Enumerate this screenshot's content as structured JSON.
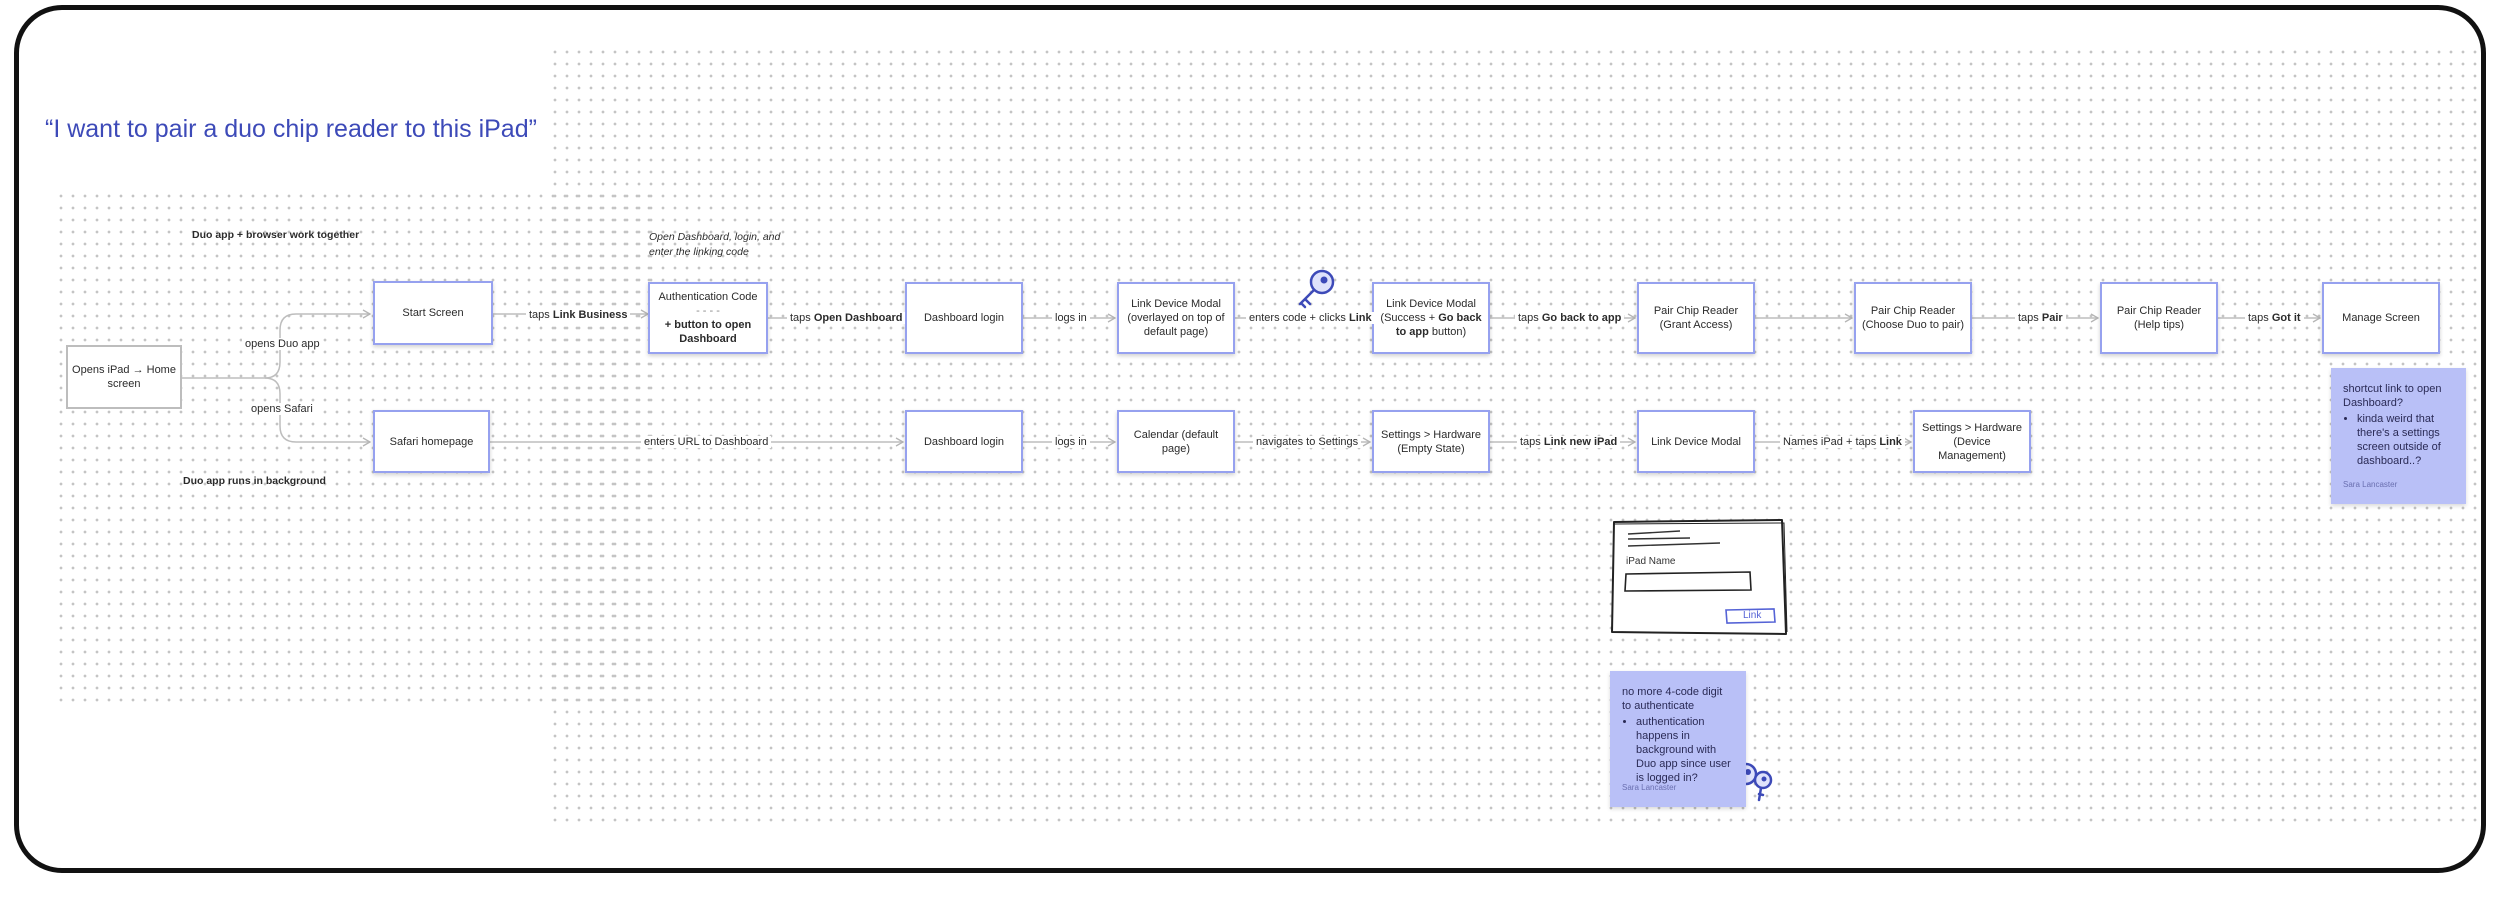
{
  "title": "“I want to pair a duo chip reader to this iPad”",
  "notes": {
    "top_group": "Duo app + browser work together",
    "bottom_group": "Duo app runs in background",
    "auth_note": "Open Dashboard, login, and enter the linking code"
  },
  "nodes": {
    "start": "Opens iPad → Home screen",
    "start_screen": "Start Screen",
    "auth_code_title": "Authentication Code",
    "auth_code_dashes": "- - - -",
    "auth_code_button": "+ button to open Dashboard",
    "dashboard_login_top": "Dashboard login",
    "link_device_modal_top": "Link Device Modal (overlayed on top of default page)",
    "link_device_success_pre": "Link Device Modal (Success + ",
    "link_device_success_bold": "Go back to app",
    "link_device_success_post": " button)",
    "pair_grant": "Pair Chip Reader (Grant Access)",
    "pair_choose": "Pair Chip Reader (Choose Duo to pair)",
    "pair_help": "Pair Chip Reader (Help tips)",
    "manage_screen": "Manage Screen",
    "safari_homepage": "Safari homepage",
    "dashboard_login_bottom": "Dashboard login",
    "calendar": "Calendar (default page)",
    "settings_empty": "Settings > Hardware (Empty State)",
    "link_device_modal_bottom": "Link Device Modal",
    "settings_device_mgmt": "Settings > Hardware (Device Management)"
  },
  "edges": {
    "opens_duo": "opens Duo app",
    "opens_safari": "opens Safari",
    "taps_link_business_pre": "taps ",
    "taps_link_business_bold": "Link Business",
    "taps_open_dashboard_pre": "taps ",
    "taps_open_dashboard_bold": "Open Dashboard",
    "logs_in_top": "logs in",
    "enters_code_pre": "enters code + clicks ",
    "enters_code_bold": "Link",
    "taps_go_back_pre": "taps ",
    "taps_go_back_bold": "Go back to app",
    "taps_pair_pre": "taps ",
    "taps_pair_bold": "Pair",
    "taps_got_it_pre": "taps ",
    "taps_got_it_bold": "Got it",
    "enters_url": "enters URL to Dashboard",
    "logs_in_bottom": "logs in",
    "navigates_settings": "navigates to Settings",
    "taps_link_new_ipad_pre": "taps ",
    "taps_link_new_ipad_bold": "Link new iPad",
    "names_ipad_pre": "Names iPad + taps ",
    "names_ipad_bold": "Link"
  },
  "sketch": {
    "field_label": "iPad Name",
    "button": "Link"
  },
  "stickies": {
    "shortcut": {
      "text": "shortcut link to open Dashboard?",
      "bullets": [
        "kinda weird that there's a settings screen outside of dashboard..?"
      ],
      "author": "Sara Lancaster"
    },
    "auth": {
      "text": "no more 4-code digit to authenticate",
      "bullets": [
        "authentication happens in background with Duo app since user is logged in?"
      ],
      "author": "Sara Lancaster"
    }
  },
  "colors": {
    "accent": "#3d4ab8",
    "node_border": "#96a1ef",
    "sticky": "#b9c0f7"
  },
  "icons": [
    "key-icon",
    "keys-icon"
  ]
}
